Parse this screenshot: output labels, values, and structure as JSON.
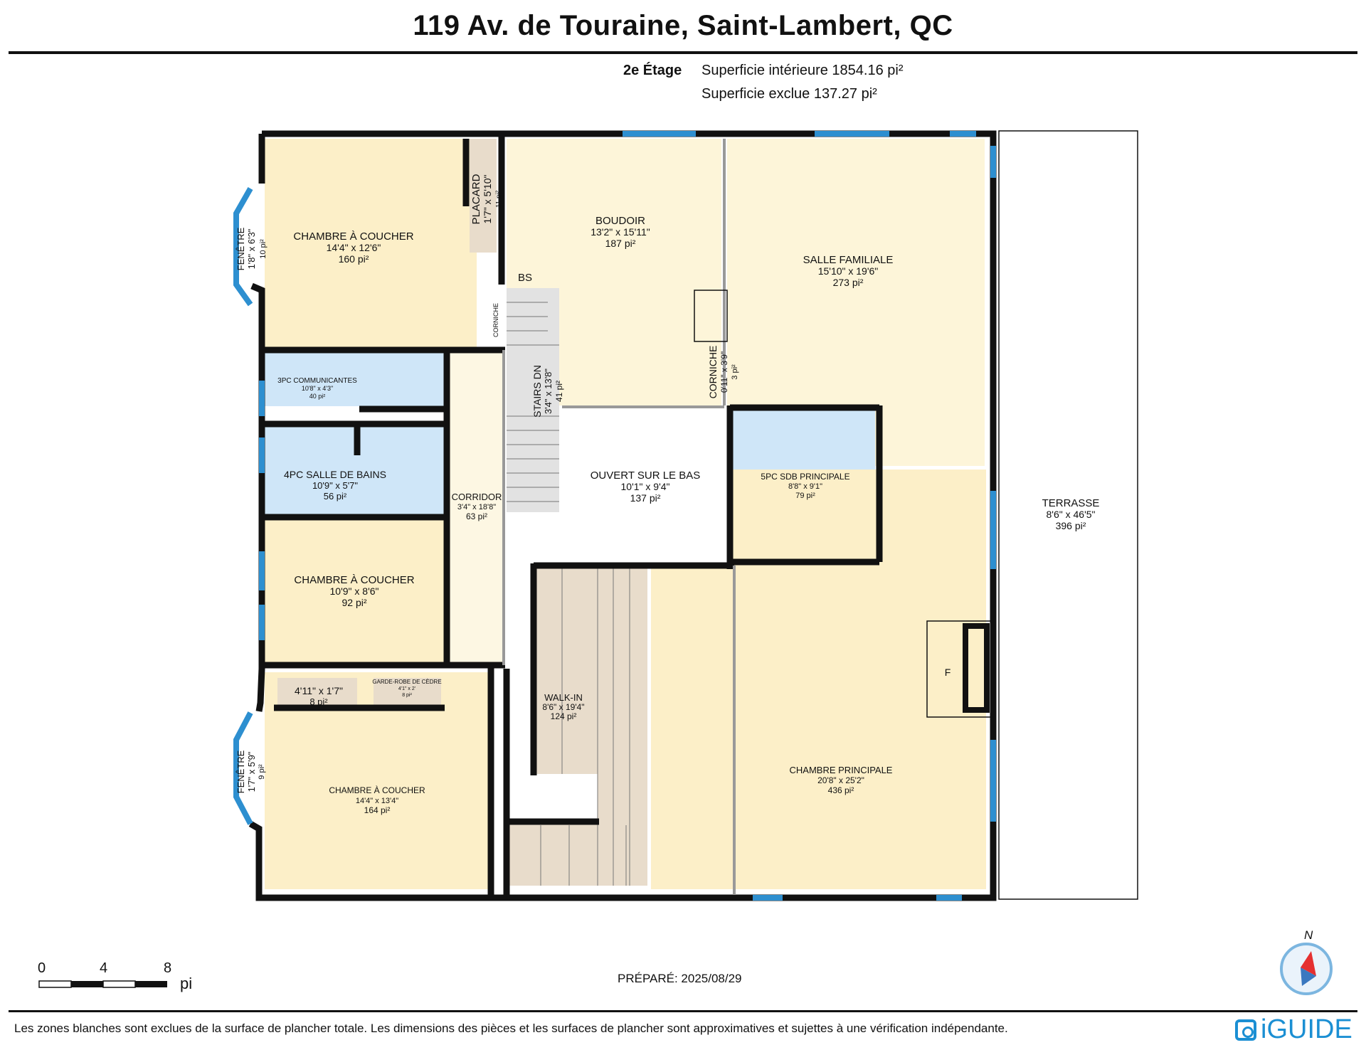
{
  "header": {
    "title": "119 Av. de Touraine, Saint-Lambert, QC",
    "floor": "2e Étage",
    "interior_area": "Superficie intérieure 1854.16 pi²",
    "excluded_area": "Superficie exclue 137.27 pi²"
  },
  "rooms": {
    "bed_nw": {
      "name": "CHAMBRE À COUCHER",
      "dims": "14'4\" x 12'6\"",
      "area": "160 pi²"
    },
    "window_nw": {
      "name": "FENÊTRE",
      "dims": "1'8\" x 6'3\"",
      "area": "10 pi²"
    },
    "placard": {
      "name": "PLACARD",
      "dims": "1'7\" x 5'10\"",
      "area": "11 pi²"
    },
    "boudoir": {
      "name": "BOUDOIR",
      "dims": "13'2\" x 15'11\"",
      "area": "187 pi²"
    },
    "salle_familiale": {
      "name": "SALLE FAMILIALE",
      "dims": "15'10\" x 19'6\"",
      "area": "273 pi²"
    },
    "bs": {
      "name": "BS"
    },
    "corniche_w": {
      "name": "CORNICHE"
    },
    "pc3": {
      "name": "3PC COMMUNICANTES",
      "dims": "10'8\" x 4'3\"",
      "area": "40 pi²"
    },
    "pc4": {
      "name": "4PC SALLE DE BAINS",
      "dims": "10'9\" x 5'7\"",
      "area": "56 pi²"
    },
    "stairs": {
      "name": "STAIRS DN",
      "dims": "3'4\" x 13'8\"",
      "area": "41 pi²"
    },
    "corniche_e": {
      "name": "CORNICHE",
      "dims": "0'11\" x 3'9\"",
      "area": "3 pi²"
    },
    "ouvert": {
      "name": "OUVERT SUR LE BAS",
      "dims": "10'1\" x 9'4\"",
      "area": "137 pi²"
    },
    "sdb5": {
      "name": "5PC SDB PRINCIPALE",
      "dims": "8'8\" x 9'1\"",
      "area": "79 pi²"
    },
    "terrasse": {
      "name": "TERRASSE",
      "dims": "8'6\" x 46'5\"",
      "area": "396 pi²"
    },
    "corridor": {
      "name": "CORRIDOR",
      "dims": "3'4\" x 18'8\"",
      "area": "63 pi²"
    },
    "bed_w": {
      "name": "CHAMBRE À COUCHER",
      "dims": "10'9\" x 8'6\"",
      "area": "92 pi²"
    },
    "closet_sw": {
      "dims": "4'11\" x 1'7\"",
      "area": "8 pi²"
    },
    "garde_robe": {
      "name": "GARDE-ROBE DE CÈDRE",
      "dims": "4'1\" x 2'",
      "area": "8 pi²"
    },
    "walkin": {
      "name": "WALK-IN",
      "dims": "8'6\" x 19'4\"",
      "area": "124 pi²"
    },
    "fireplace": {
      "name": "F"
    },
    "master": {
      "name": "CHAMBRE PRINCIPALE",
      "dims": "20'8\" x 25'2\"",
      "area": "436 pi²"
    },
    "window_sw": {
      "name": "FENÊTRE",
      "dims": "1'7\" x 5'9\"",
      "area": "9 pi²"
    },
    "bed_sw": {
      "name": "CHAMBRE À COUCHER",
      "dims": "14'4\" x 13'4\"",
      "area": "164 pi²"
    }
  },
  "scale": {
    "zero": "0",
    "four": "4",
    "eight": "8",
    "unit": "pi"
  },
  "footer": {
    "prepared": "PRÉPARÉ: 2025/08/29",
    "disclaimer": "Les zones blanches sont exclues de la surface de plancher totale. Les dimensions des pièces et les surfaces de plancher sont approximatives et sujettes à une vérification indépendante.",
    "brand": "iGUIDE",
    "compass_north": "N"
  },
  "colors": {
    "bedroom": "#fcefc8",
    "boudoir": "#fdf5d9",
    "corridor": "#fdf7e3",
    "bathroom": "#cfe6f8",
    "storage": "#e8dccb",
    "wall": "#111111",
    "window": "#2d8fd0",
    "brand": "#1b8fd3"
  }
}
